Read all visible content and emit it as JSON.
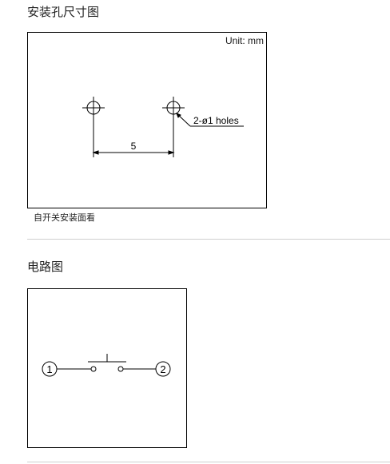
{
  "mounting": {
    "title": "安装孔尺寸图",
    "unit_label": "Unit: mm",
    "dimension_value": "5",
    "hole_label": "2-ø1 holes",
    "caption": "自开关安装面看"
  },
  "circuit": {
    "title": "电路图",
    "terminal_1": "1",
    "terminal_2": "2"
  }
}
